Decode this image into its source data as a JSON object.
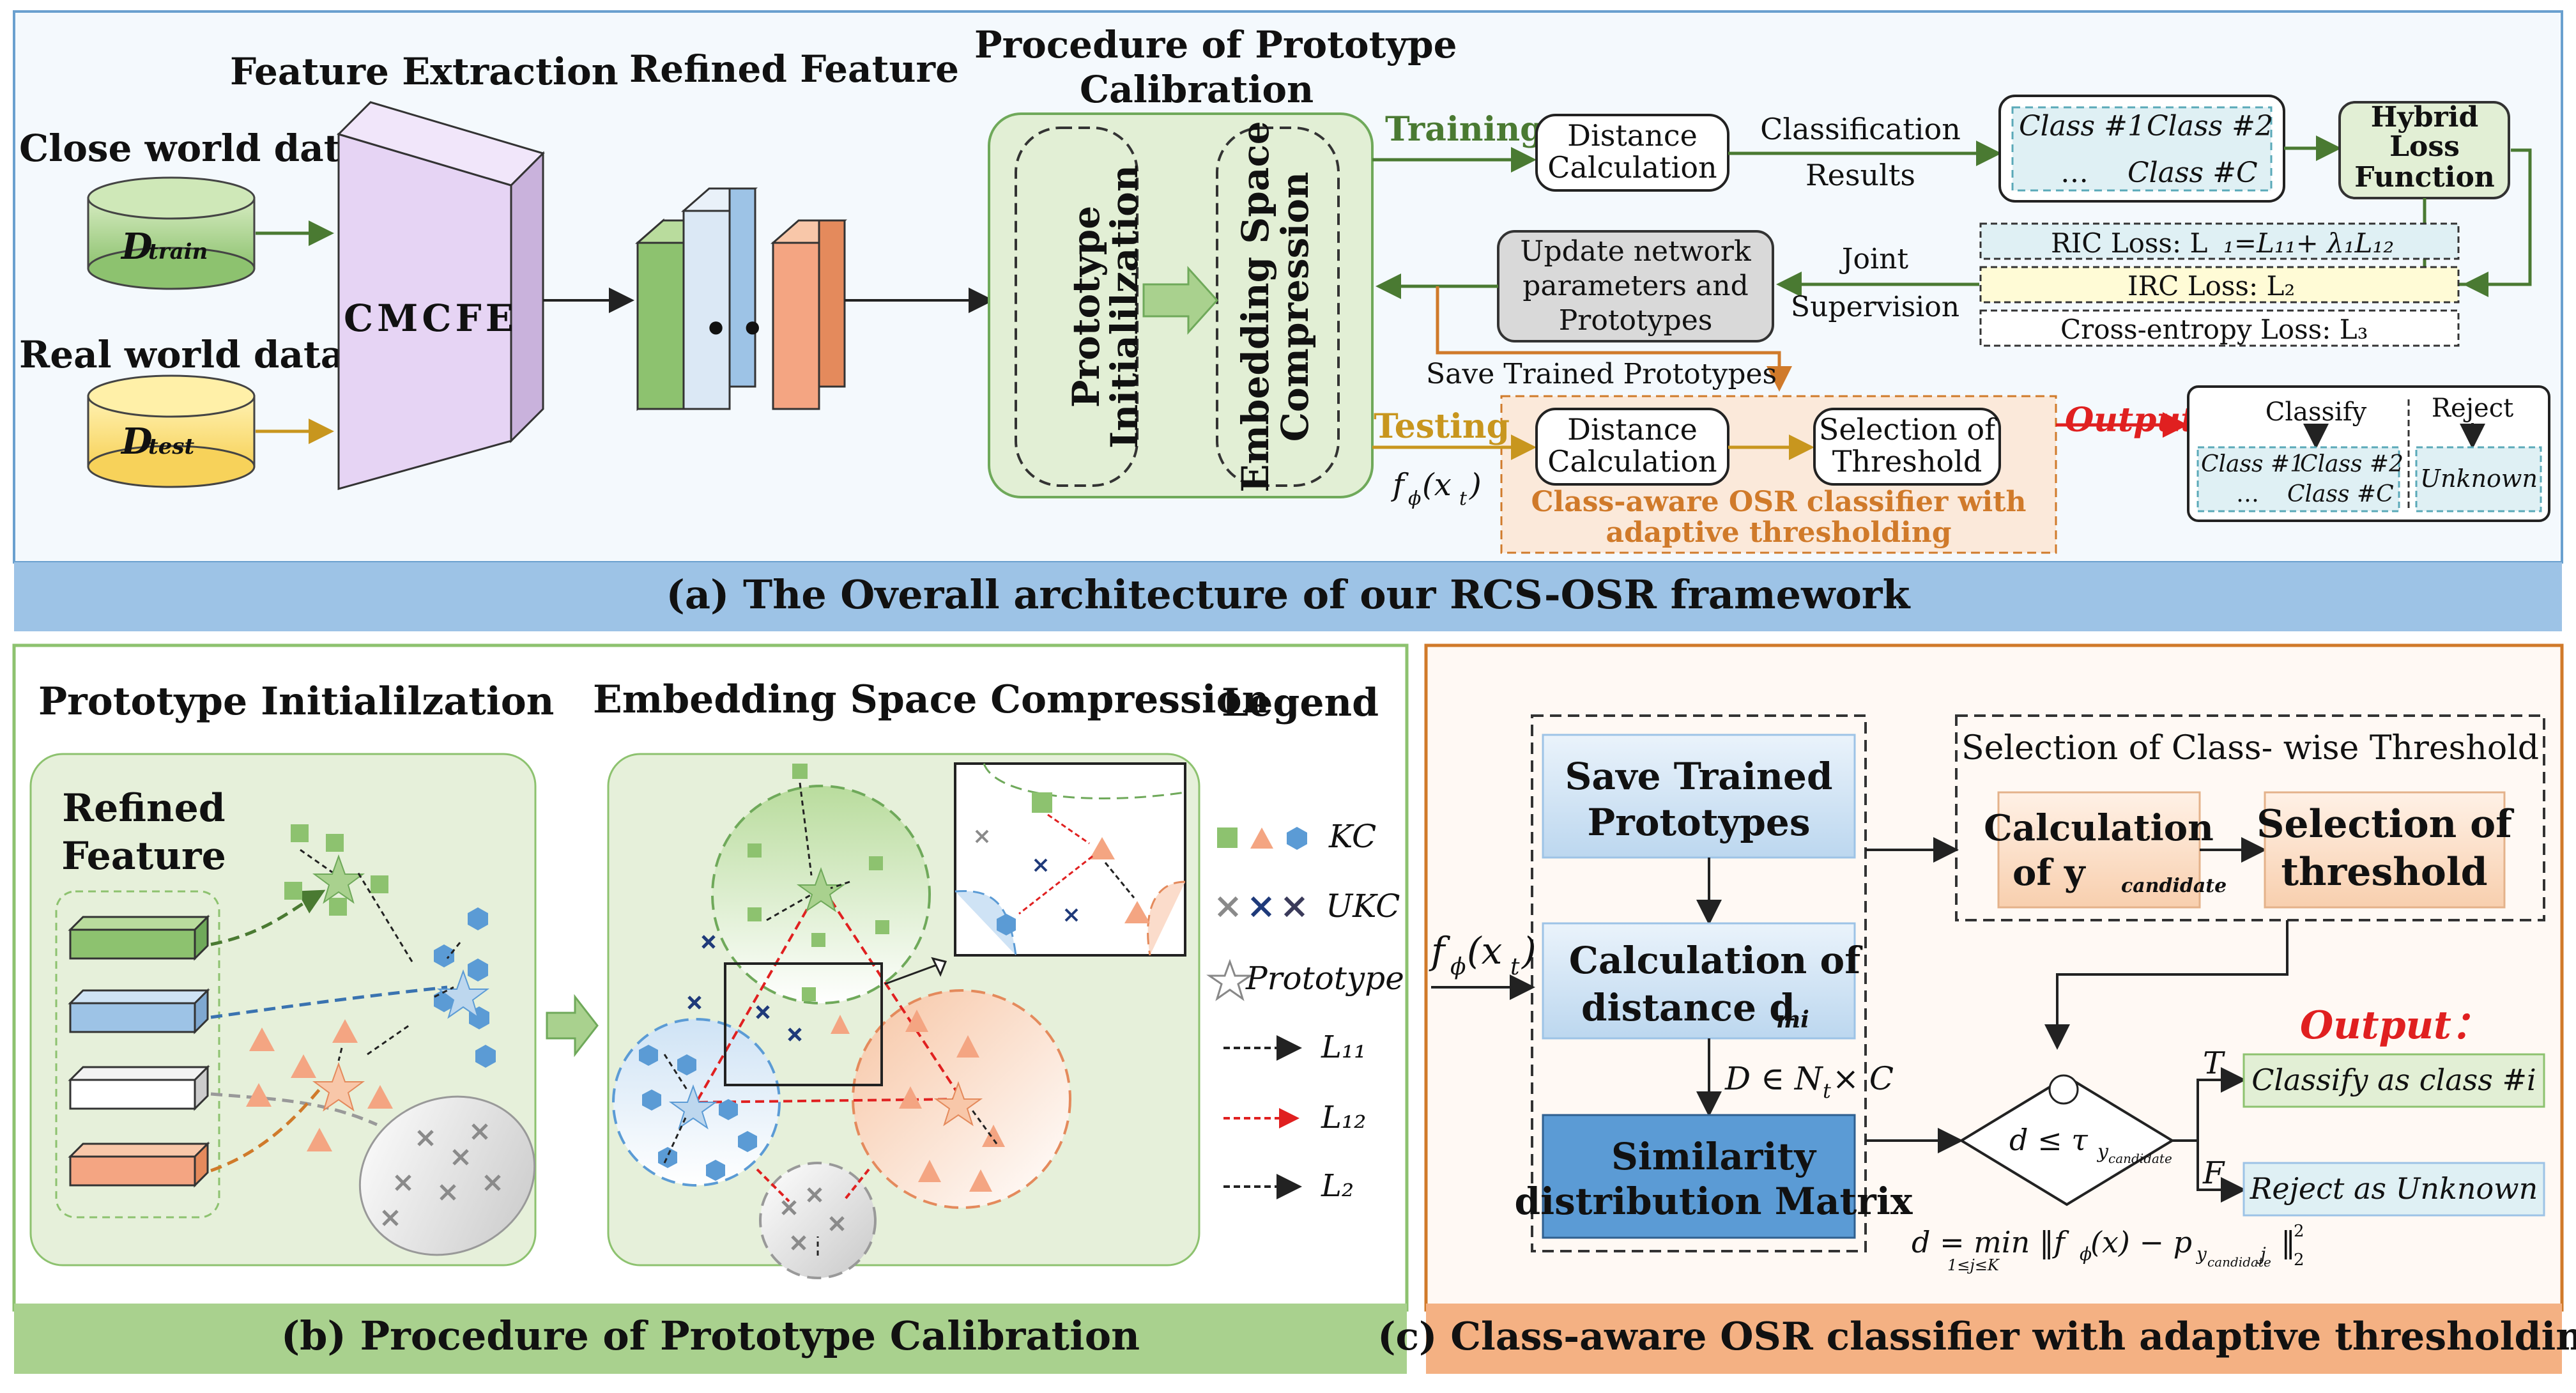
{
  "panel_a": {
    "caption": "(a)  The Overall architecture of our RCS-OSR framework",
    "feature_extraction": "Feature Extraction",
    "refined_feature": "Refined Feature",
    "procedure_title_1": "Procedure of Prototype",
    "procedure_title_2": "Calibration",
    "close_world": "Close world data",
    "real_world": "Real world data",
    "d_train_main": "D",
    "d_train_sub": "train",
    "d_test_main": "D",
    "d_test_sub": "test",
    "cmcfe": "CMCFE",
    "ellipsis": "• • •",
    "prototype_init_1": "Prototype",
    "prototype_init_2": "Initialilzation",
    "embedding_1": "Embedding Space",
    "embedding_2": "Compression",
    "training": "Training",
    "testing": "Testing",
    "distance_calc_1": "Distance",
    "distance_calc_2": "Calculation",
    "classification_results_1": "Classification",
    "classification_results_2": "Results",
    "class1": "Class #1",
    "class2": "Class #2",
    "classC": "Class #C",
    "dots": "…",
    "hybrid_1": "Hybrid",
    "hybrid_2": "Loss",
    "hybrid_3": "Function",
    "ric_loss": "RIC Loss:  L",
    "ric_formula": "₁=L₁₁+ λ₁L₁₂",
    "irc_loss": "IRC Loss:   L₂",
    "ce_loss": "Cross-entropy Loss:  L₃",
    "joint_1": "Joint",
    "joint_2": "Supervision",
    "update_1": "Update network",
    "update_2": "parameters and",
    "update_3": "Prototypes",
    "save_trained": "Save Trained Prototypes",
    "selection_threshold_1": "Selection of",
    "selection_threshold_2": "Threshold",
    "classaware_1": "Class-aware OSR classifier with",
    "classaware_2": "adaptive thresholding",
    "output": "Output:",
    "classify": "Classify",
    "reject": "Reject",
    "unknown": "Unknown",
    "f_phi": "f",
    "f_phi_sub": "ϕ",
    "f_phi_arg": "(x",
    "f_phi_arg_sub": "t",
    "f_phi_close": ")"
  },
  "panel_b": {
    "caption": "(b)  Procedure of Prototype Calibration",
    "prototype_init": "Prototype Initialilzation",
    "embedding": "Embedding Space Compression",
    "legend_title": "Legend",
    "refined_1": "Refined",
    "refined_2": "Feature",
    "kc": "KC",
    "ukc": "UKC",
    "prototype": "Prototype",
    "l11": "L₁₁",
    "l12": "L₁₂",
    "l2": "L₂"
  },
  "panel_c": {
    "caption": "(c)  Class-aware OSR classifier with adaptive thresholding",
    "save_1": "Save Trained",
    "save_2": "Prototypes",
    "calc_dist_1": "Calculation of",
    "calc_dist_2": "distance d",
    "calc_dist_sub": "mi",
    "d_in": "D ∈ N",
    "d_in_sub": "t",
    "d_in_rest": " × C",
    "similarity_1": "Similarity",
    "similarity_2": "distribution Matrix",
    "selection_title": "Selection of Class- wise Threshold",
    "calc_y_1": "Calculation",
    "calc_y_2": "of  y",
    "calc_y_sub": "candidate",
    "sel_thr_1": "Selection of",
    "sel_thr_2": "threshold",
    "output": "Output：",
    "t_label": "T",
    "f_label": "F",
    "classify": "Classify as class #i",
    "reject": "Reject as Unknown",
    "decision": "d ≤ τ",
    "decision_sub": "y",
    "decision_subsub": "candidate",
    "formula": "d = min ‖f",
    "formula_rest": "(x) − p",
    "formula_sub_y": "y",
    "formula_sub_c": "candidate",
    "formula_j": " j",
    "formula_end": "‖",
    "formula_sq": "2",
    "formula_two": "2",
    "formula_range": "1≤j≤K",
    "f_phi": "f",
    "f_phi_sub": "ϕ",
    "f_phi_arg": "(x",
    "f_phi_arg_sub": "t",
    "f_phi_close": ")"
  },
  "colors": {
    "panel_a_bg": "#eef5fb",
    "caption_a": "#9dc3e6",
    "caption_b": "#a9d18e",
    "caption_c": "#f4b183",
    "green_feature": "#8dc26f",
    "blue_feature": "#9dc3e6",
    "orange_feature": "#f4a582",
    "purple_block": "#e6d4f4",
    "training_green": "#4a7a32",
    "testing_gold": "#c8961e",
    "output_red": "#e02020"
  }
}
